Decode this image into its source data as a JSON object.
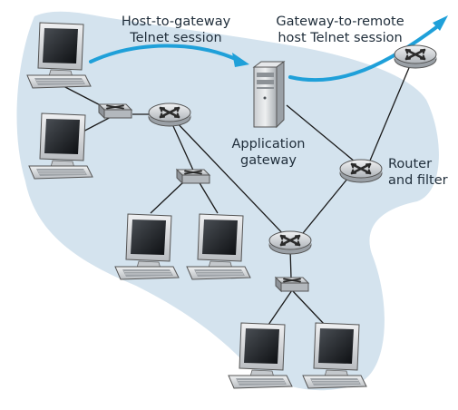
{
  "labels": {
    "host_session_line1": "Host-to-gateway",
    "host_session_line2": "Telnet session",
    "remote_session_line1": "Gateway-to-remote",
    "remote_session_line2": "host Telnet session",
    "gateway_line1": "Application",
    "gateway_line2": "gateway",
    "router_line1": "Router",
    "router_line2": "and filter"
  },
  "colors": {
    "region": "#d4e3ee",
    "session_arrow": "#1fa0d9",
    "link": "#1a1a1a",
    "device": "#cfd2d5"
  },
  "icons": {
    "computer": "desktop-computer-icon",
    "router": "router-icon",
    "switch": "switch-icon",
    "server": "server-tower-icon"
  }
}
